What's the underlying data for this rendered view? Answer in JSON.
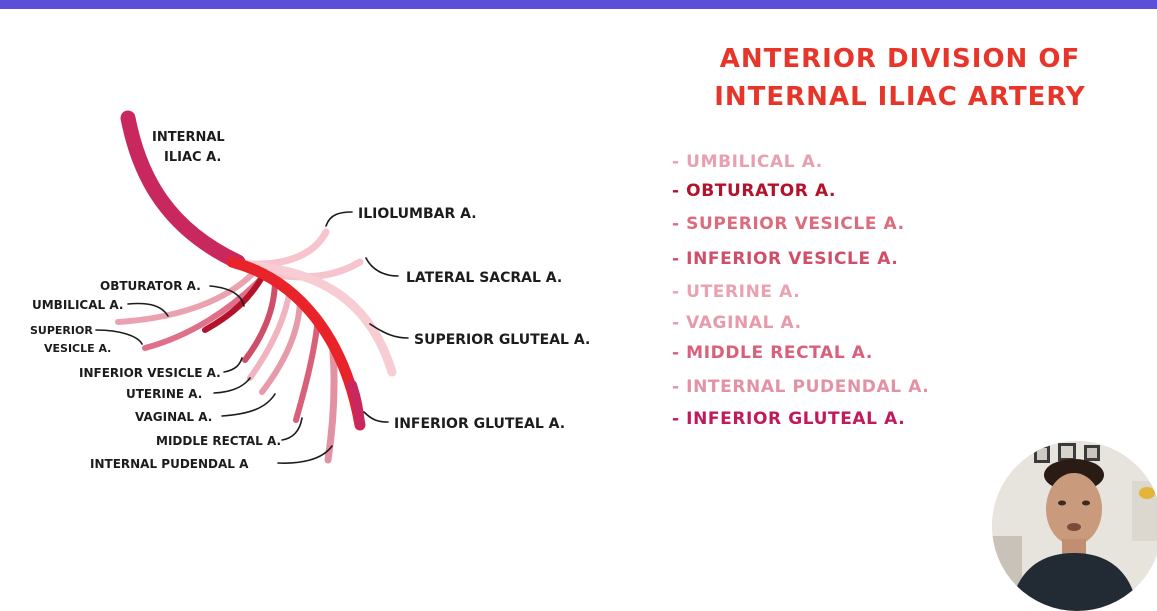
{
  "title": {
    "line1": "ANTERIOR DIVISION OF",
    "line2": "INTERNAL ILIAC ARTERY"
  },
  "list": [
    {
      "text": "- UMBILICAL A.",
      "color": "#e8a0ae"
    },
    {
      "text": "- OBTURATOR A.",
      "color": "#b3122b"
    },
    {
      "text": "- SUPERIOR VESICLE A.",
      "color": "#dd6b7e"
    },
    {
      "text": "- INFERIOR VESICLE A.",
      "color": "#cf4e68"
    },
    {
      "text": "- UTERINE A.",
      "color": "#eba2b0"
    },
    {
      "text": "- VAGINAL A.",
      "color": "#e79aa9"
    },
    {
      "text": "- MIDDLE RECTAL A.",
      "color": "#d9607a"
    },
    {
      "text": "- INTERNAL PUDENDAL A.",
      "color": "#e392a3"
    },
    {
      "text": "- INFERIOR GLUTEAL A.",
      "color": "#c0195c"
    }
  ],
  "labels": {
    "internal_iliac_1": "INTERNAL",
    "internal_iliac_2": "ILIAC A.",
    "iliolumbar": "ILIOLUMBAR A.",
    "lateral_sacral": "LATERAL SACRAL A.",
    "superior_gluteal": "SUPERIOR GLUTEAL A.",
    "inferior_gluteal": "INFERIOR GLUTEAL A.",
    "obturator": "OBTURATOR A.",
    "umbilical": "UMBILICAL A.",
    "superior_vesicle_1": "SUPERIOR",
    "superior_vesicle_2": "VESICLE A.",
    "inferior_vesicle": "INFERIOR VESICLE A.",
    "uterine": "UTERINE A.",
    "vaginal": "VAGINAL A.",
    "middle_rectal": "MIDDLE RECTAL A.",
    "internal_pudendal": "INTERNAL PUDENDAL A"
  },
  "colors": {
    "accent_bar": "#5b4fd9",
    "title": "#e8352a",
    "trunk": "#c8285e",
    "anterior_division": "#e8232a",
    "posterior_branches": "#f7c3cc",
    "obturator": "#b3122b"
  }
}
